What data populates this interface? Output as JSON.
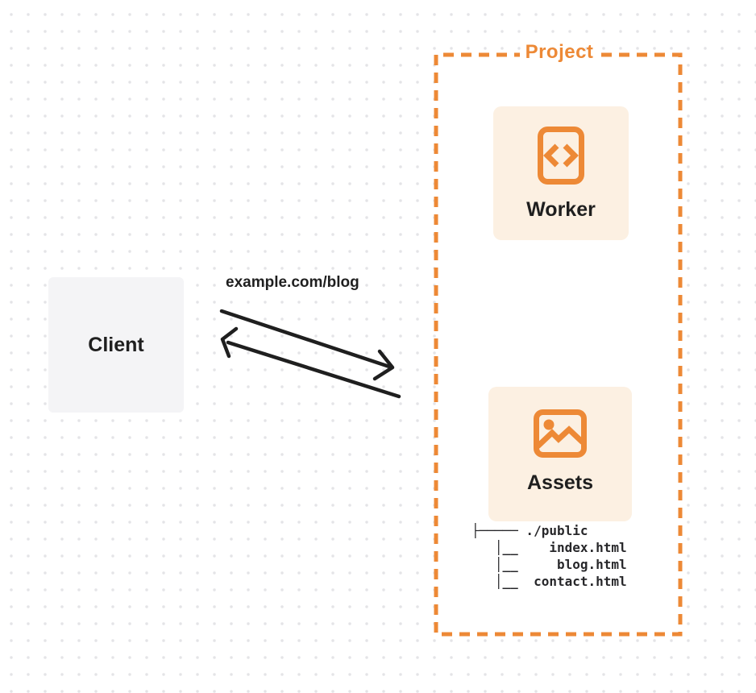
{
  "colors": {
    "accent_orange": "#ED8936",
    "card_bg": "#FCF0E2",
    "client_bg": "#F4F4F6",
    "ink": "#1F1F1F",
    "dot": "#E4E4E7"
  },
  "client": {
    "label": "Client"
  },
  "request": {
    "label": "example.com/blog"
  },
  "project": {
    "label": "Project",
    "worker": {
      "label": "Worker",
      "icon": "code-document-icon"
    },
    "assets": {
      "label": "Assets",
      "icon": "image-icon",
      "file_tree": "├───── ./public\n   │__    index.html\n   │__     blog.html\n   │__  contact.html"
    }
  }
}
